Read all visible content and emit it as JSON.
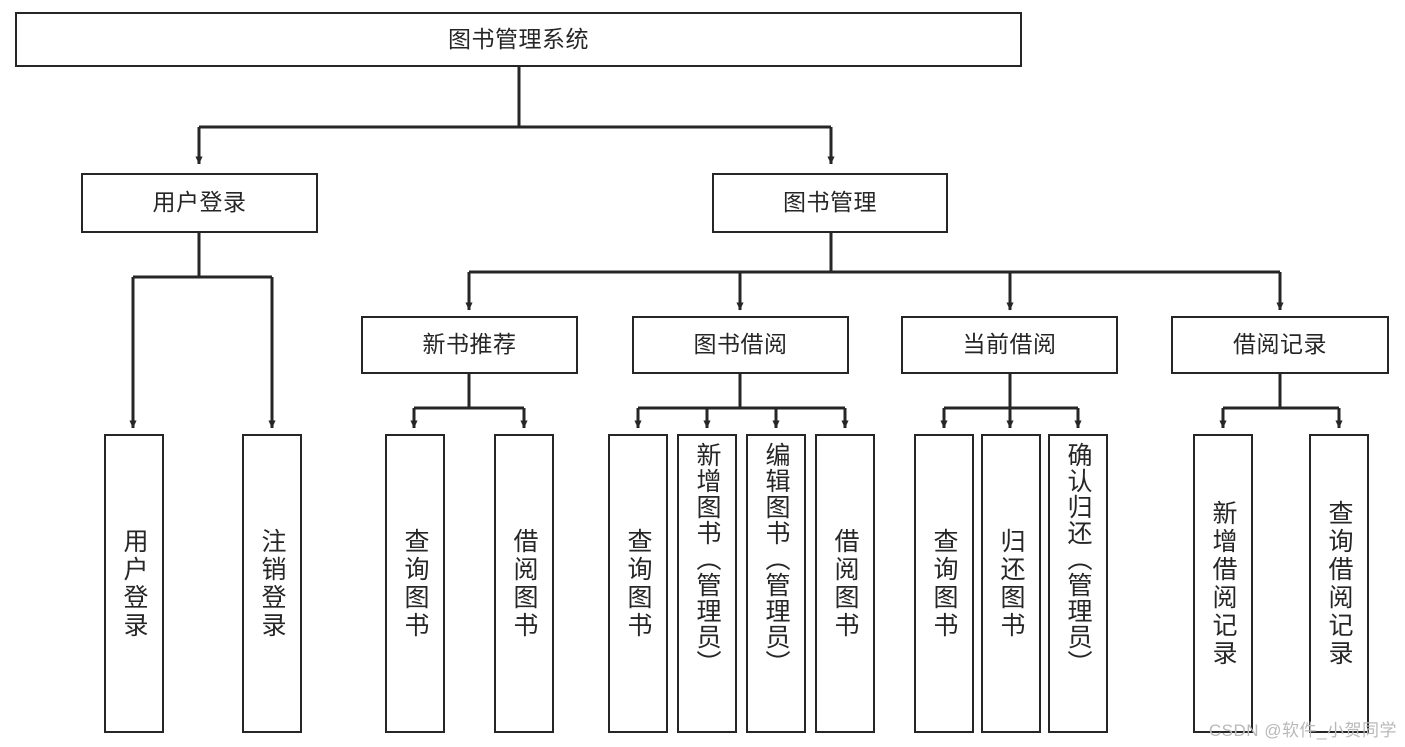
{
  "diagram": {
    "title": "图书管理系统",
    "type": "hierarchy-tree",
    "stroke_color": "#262626",
    "fill_color": "#ffffff",
    "text_color": "#262626",
    "nodes": {
      "root": {
        "label": "图书管理系统"
      },
      "l1": [
        {
          "label": "用户登录"
        },
        {
          "label": "图书管理"
        }
      ],
      "l2": [
        {
          "label": "新书推荐"
        },
        {
          "label": "图书借阅"
        },
        {
          "label": "当前借阅"
        },
        {
          "label": "借阅记录"
        }
      ],
      "leaves_user_login": [
        {
          "label": "用户登录"
        },
        {
          "label": "注销登录"
        }
      ],
      "leaves_new_book": [
        {
          "label": "查询图书"
        },
        {
          "label": "借阅图书"
        }
      ],
      "leaves_borrow": [
        {
          "label": "查询图书"
        },
        {
          "label": "新增图书（管理员）"
        },
        {
          "label": "编辑图书（管理员）"
        },
        {
          "label": "借阅图书"
        }
      ],
      "leaves_current": [
        {
          "label": "查询图书"
        },
        {
          "label": "归还图书"
        },
        {
          "label": "确认归还（管理员）"
        }
      ],
      "leaves_records": [
        {
          "label": "新增借阅记录"
        },
        {
          "label": "查询借阅记录"
        }
      ]
    }
  },
  "watermark": {
    "text": "CSDN @软件_小贺同学"
  }
}
